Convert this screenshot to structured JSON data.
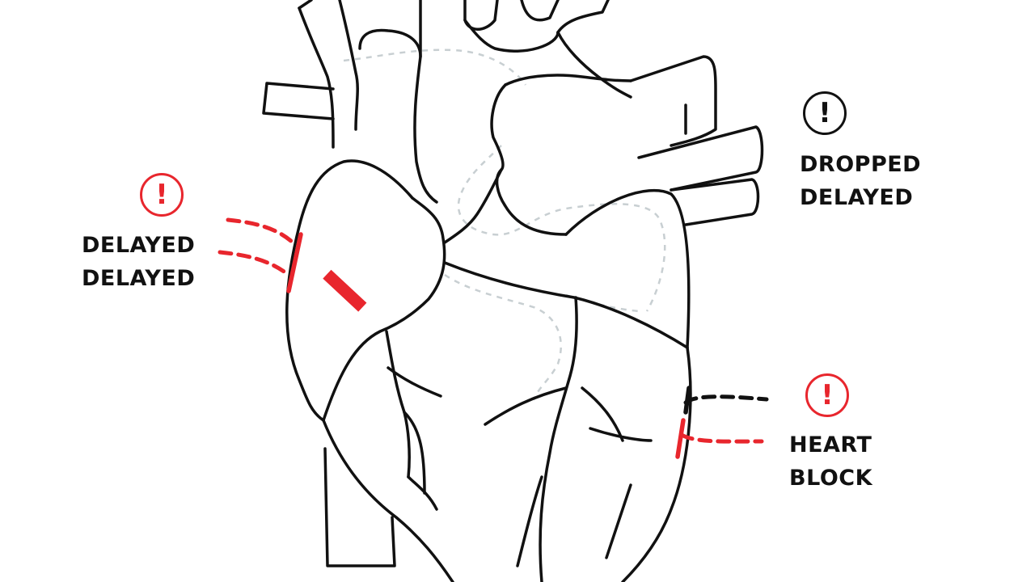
{
  "colors": {
    "outline": "#111111",
    "accent_red": "#e8262d",
    "faint_dashed": "#c8cfd2"
  },
  "callouts": {
    "left": {
      "icon": "exclamation-circle-icon",
      "color": "#e8262d",
      "lines": [
        "DELAYED",
        "DELAYED"
      ]
    },
    "top_right": {
      "icon": "exclamation-circle-icon",
      "color": "#111111",
      "lines": [
        "DROPPED",
        "DELAYED"
      ]
    },
    "bottom_right": {
      "icon": "exclamation-circle-icon",
      "color": "#e8262d",
      "lines": [
        "HEART",
        "BLOCK"
      ]
    }
  },
  "glyph": "!"
}
